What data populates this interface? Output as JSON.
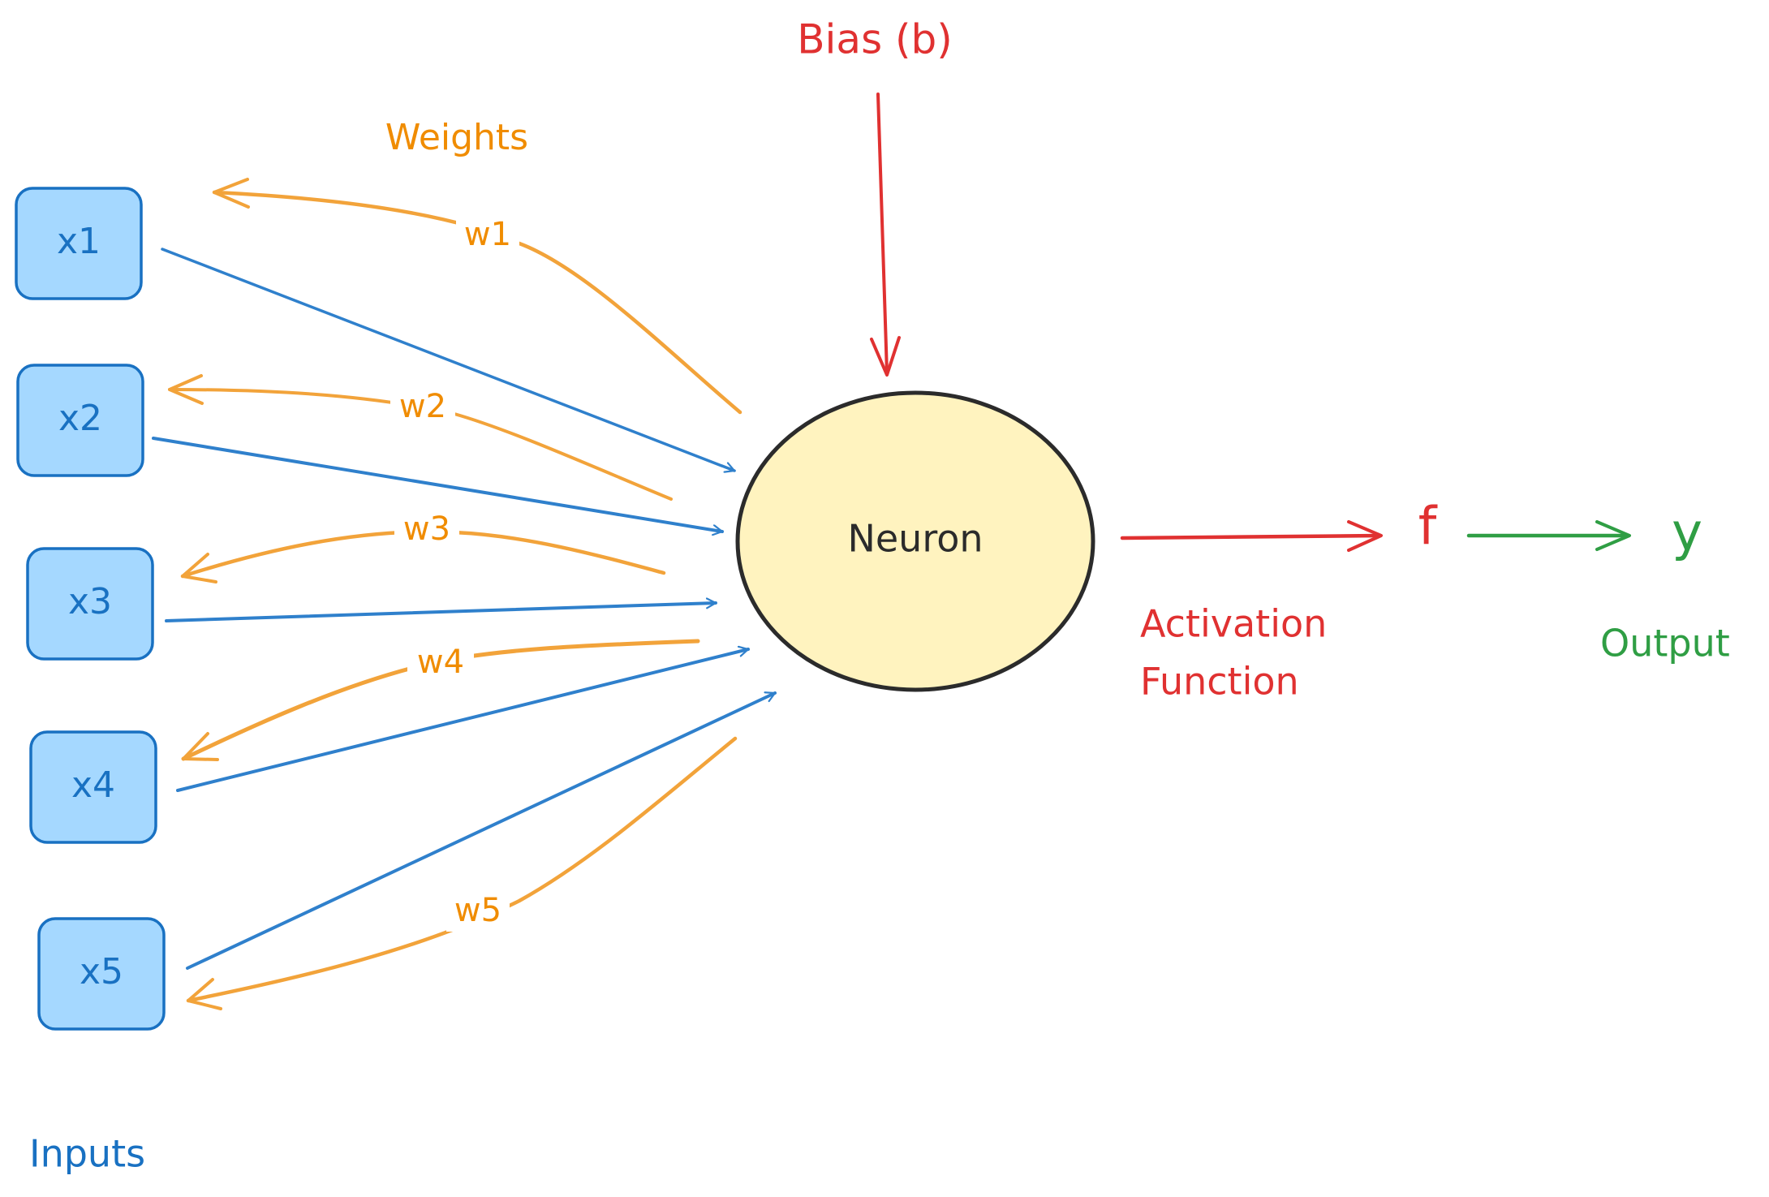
{
  "inputs": {
    "section_label": "Inputs",
    "items": [
      "x1",
      "x2",
      "x3",
      "x4",
      "x5"
    ]
  },
  "weights": {
    "section_label": "Weights",
    "items": [
      "w1",
      "w2",
      "w3",
      "w4",
      "w5"
    ]
  },
  "bias": {
    "label": "Bias (b)"
  },
  "neuron": {
    "label": "Neuron"
  },
  "activation": {
    "symbol": "f",
    "label_line1": "Activation",
    "label_line2": "Function"
  },
  "output": {
    "symbol": "y",
    "label": "Output"
  },
  "colors": {
    "input": "#1971c2",
    "input_fill": "#a5d8ff",
    "input_arrow": "#2f80cc",
    "weight": "#f08c00",
    "weight_stroke": "#f2a33a",
    "bias": "#e03131",
    "neuron_fill": "#fff3bf",
    "neuron_stroke": "#2b2b2b",
    "output": "#2f9e44"
  }
}
